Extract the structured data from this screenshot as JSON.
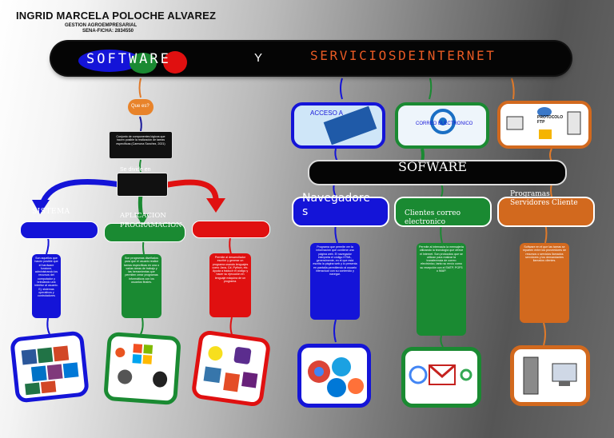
{
  "header": {
    "name": "INGRID MARCELA POLOCHE ALVAREZ",
    "program": "GESTION AGROEMPRESARIAL",
    "ficha": "SENA-FICHA: 2834550"
  },
  "banner": {
    "left": "SOFTWARE",
    "connector": "Y",
    "right": "SERVICIOSDEINTERNET"
  },
  "software": {
    "question": "Que es?",
    "definition": "Conjunto de componentes lógicos que hacen posible la realización de tareas específicas (Carmona Sanchez, 2021)",
    "divided_label": "Se divide en",
    "branches": [
      {
        "label": "SISTEMA",
        "description": "Son aquellos que hacen posible que el hardware funcione, administrando los recursos del computador y brindando una interfaz al usuario. Ej. sistemas operativos y controladores"
      },
      {
        "label": "APLICACION PROGRAMACION",
        "description": "Son programas diseñados para que el usuario realice tareas específicas en una o varias áreas de trabajo y las herramientas que permiten crear programas informáticos con los usuarios finales."
      },
      {
        "label": "",
        "description": "Permite al desarrollador escribir y generar un programa usando lenguajes como Java, C#, Python, etc. Ayuda a traducir el código y hacer su ejecución en lenguaje máquina de un programa."
      }
    ]
  },
  "internet": {
    "services": [
      {
        "caption": "ACCESO A",
        "icon": "www-icon"
      },
      {
        "caption": "CORREO ELECTRONICO",
        "icon": "email-at-icon"
      },
      {
        "caption": "PROTOCOLO FTP",
        "icon": "ftp-server-icon"
      }
    ],
    "software_bar": "SOFWARE",
    "categories": [
      {
        "label": "Navegadores",
        "description": "Programa que permite ver la información que contiene una página web. El navegador interpreta el código HTML, generalmente, en el que está escrita la página web y lo presenta en pantalla permitiendo al usuario interactuar con su contenido y navegar."
      },
      {
        "label": "Clientes correo electronico",
        "description": "Permite al internauta la mensajería utilizando la tecnología que ofrece el Internet. Son protocolos que se utilizan para realizar la transferencia de correo electrónico, tanto su envío como su recepción con el SMTP, POP3 o IMAP."
      },
      {
        "label": "Programas Servidores Cliente",
        "description": "Software en el que las tareas se reparten entre los proveedores de recursos o servicios llamados servidores y los demandantes llamados clientes."
      }
    ]
  },
  "bottom_icons": [
    "ms-office-apps-icon",
    "operating-systems-icon",
    "programming-languages-icon",
    "web-browsers-icon",
    "gmail-icon",
    "client-server-icon"
  ],
  "colors": {
    "blue": "#1414d8",
    "green": "#1a8a32",
    "red": "#e01010",
    "orange": "#d2691e",
    "black": "#050505"
  }
}
